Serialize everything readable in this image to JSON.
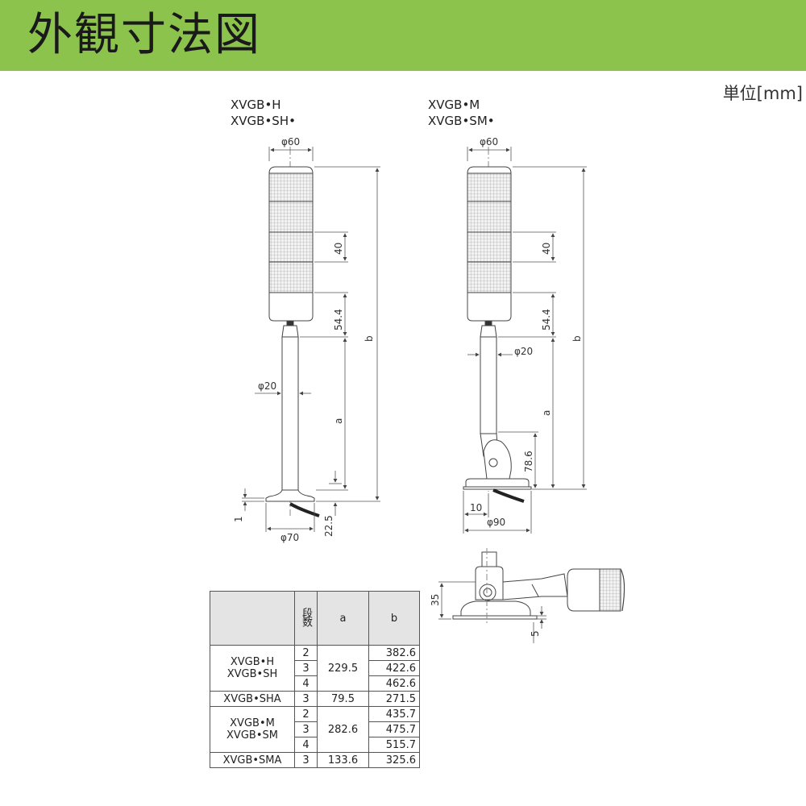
{
  "header": {
    "title": "外観寸法図"
  },
  "unit_label": "単位[mm]",
  "models": {
    "left": [
      "XVGB•H",
      "XVGB•SH•"
    ],
    "right": [
      "XVGB•M",
      "XVGB•SM•"
    ]
  },
  "dims": {
    "phi60": "φ60",
    "phi20": "φ20",
    "phi70": "φ70",
    "phi90": "φ90",
    "d40": "40",
    "d54_4": "54.4",
    "a": "a",
    "b": "b",
    "d1": "1",
    "d22_5": "22.5",
    "d78_6": "78.6",
    "d10": "10",
    "d35": "35",
    "d5": "5"
  },
  "table": {
    "header": {
      "stages": "段数",
      "a": "a",
      "b": "b"
    },
    "groups": [
      {
        "models": [
          "XVGB•H",
          "XVGB•SH"
        ],
        "a": "229.5",
        "rows": [
          {
            "stages": "2",
            "b": "382.6"
          },
          {
            "stages": "3",
            "b": "422.6"
          },
          {
            "stages": "4",
            "b": "462.6"
          }
        ]
      },
      {
        "models": [
          "XVGB•SHA"
        ],
        "a": "79.5",
        "rows": [
          {
            "stages": "3",
            "b": "271.5"
          }
        ]
      },
      {
        "models": [
          "XVGB•M",
          "XVGB•SM"
        ],
        "a": "282.6",
        "rows": [
          {
            "stages": "2",
            "b": "435.7"
          },
          {
            "stages": "3",
            "b": "475.7"
          },
          {
            "stages": "4",
            "b": "515.7"
          }
        ]
      },
      {
        "models": [
          "XVGB•SMA"
        ],
        "a": "133.6",
        "rows": [
          {
            "stages": "3",
            "b": "325.6"
          }
        ]
      }
    ]
  }
}
